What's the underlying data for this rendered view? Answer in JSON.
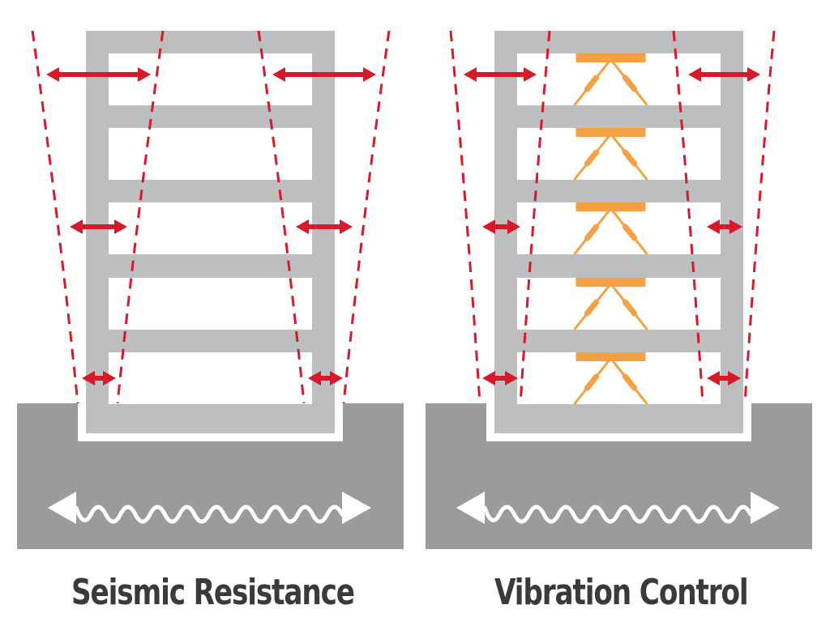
{
  "diagram": {
    "colors": {
      "frame": "#bcbec0",
      "ground": "#9a9b9d",
      "drift": "#d7192b",
      "damper": "#f4a043",
      "wave": "#ffffff",
      "text": "#3a3a3c"
    },
    "panels": [
      {
        "id": "seismic-resistance",
        "caption": "Seismic Resistance",
        "stories": 5,
        "dampers": false,
        "drift_arrows": "large"
      },
      {
        "id": "vibration-control",
        "caption": "Vibration Control",
        "stories": 5,
        "dampers": true,
        "drift_arrows": "reduced"
      }
    ]
  }
}
